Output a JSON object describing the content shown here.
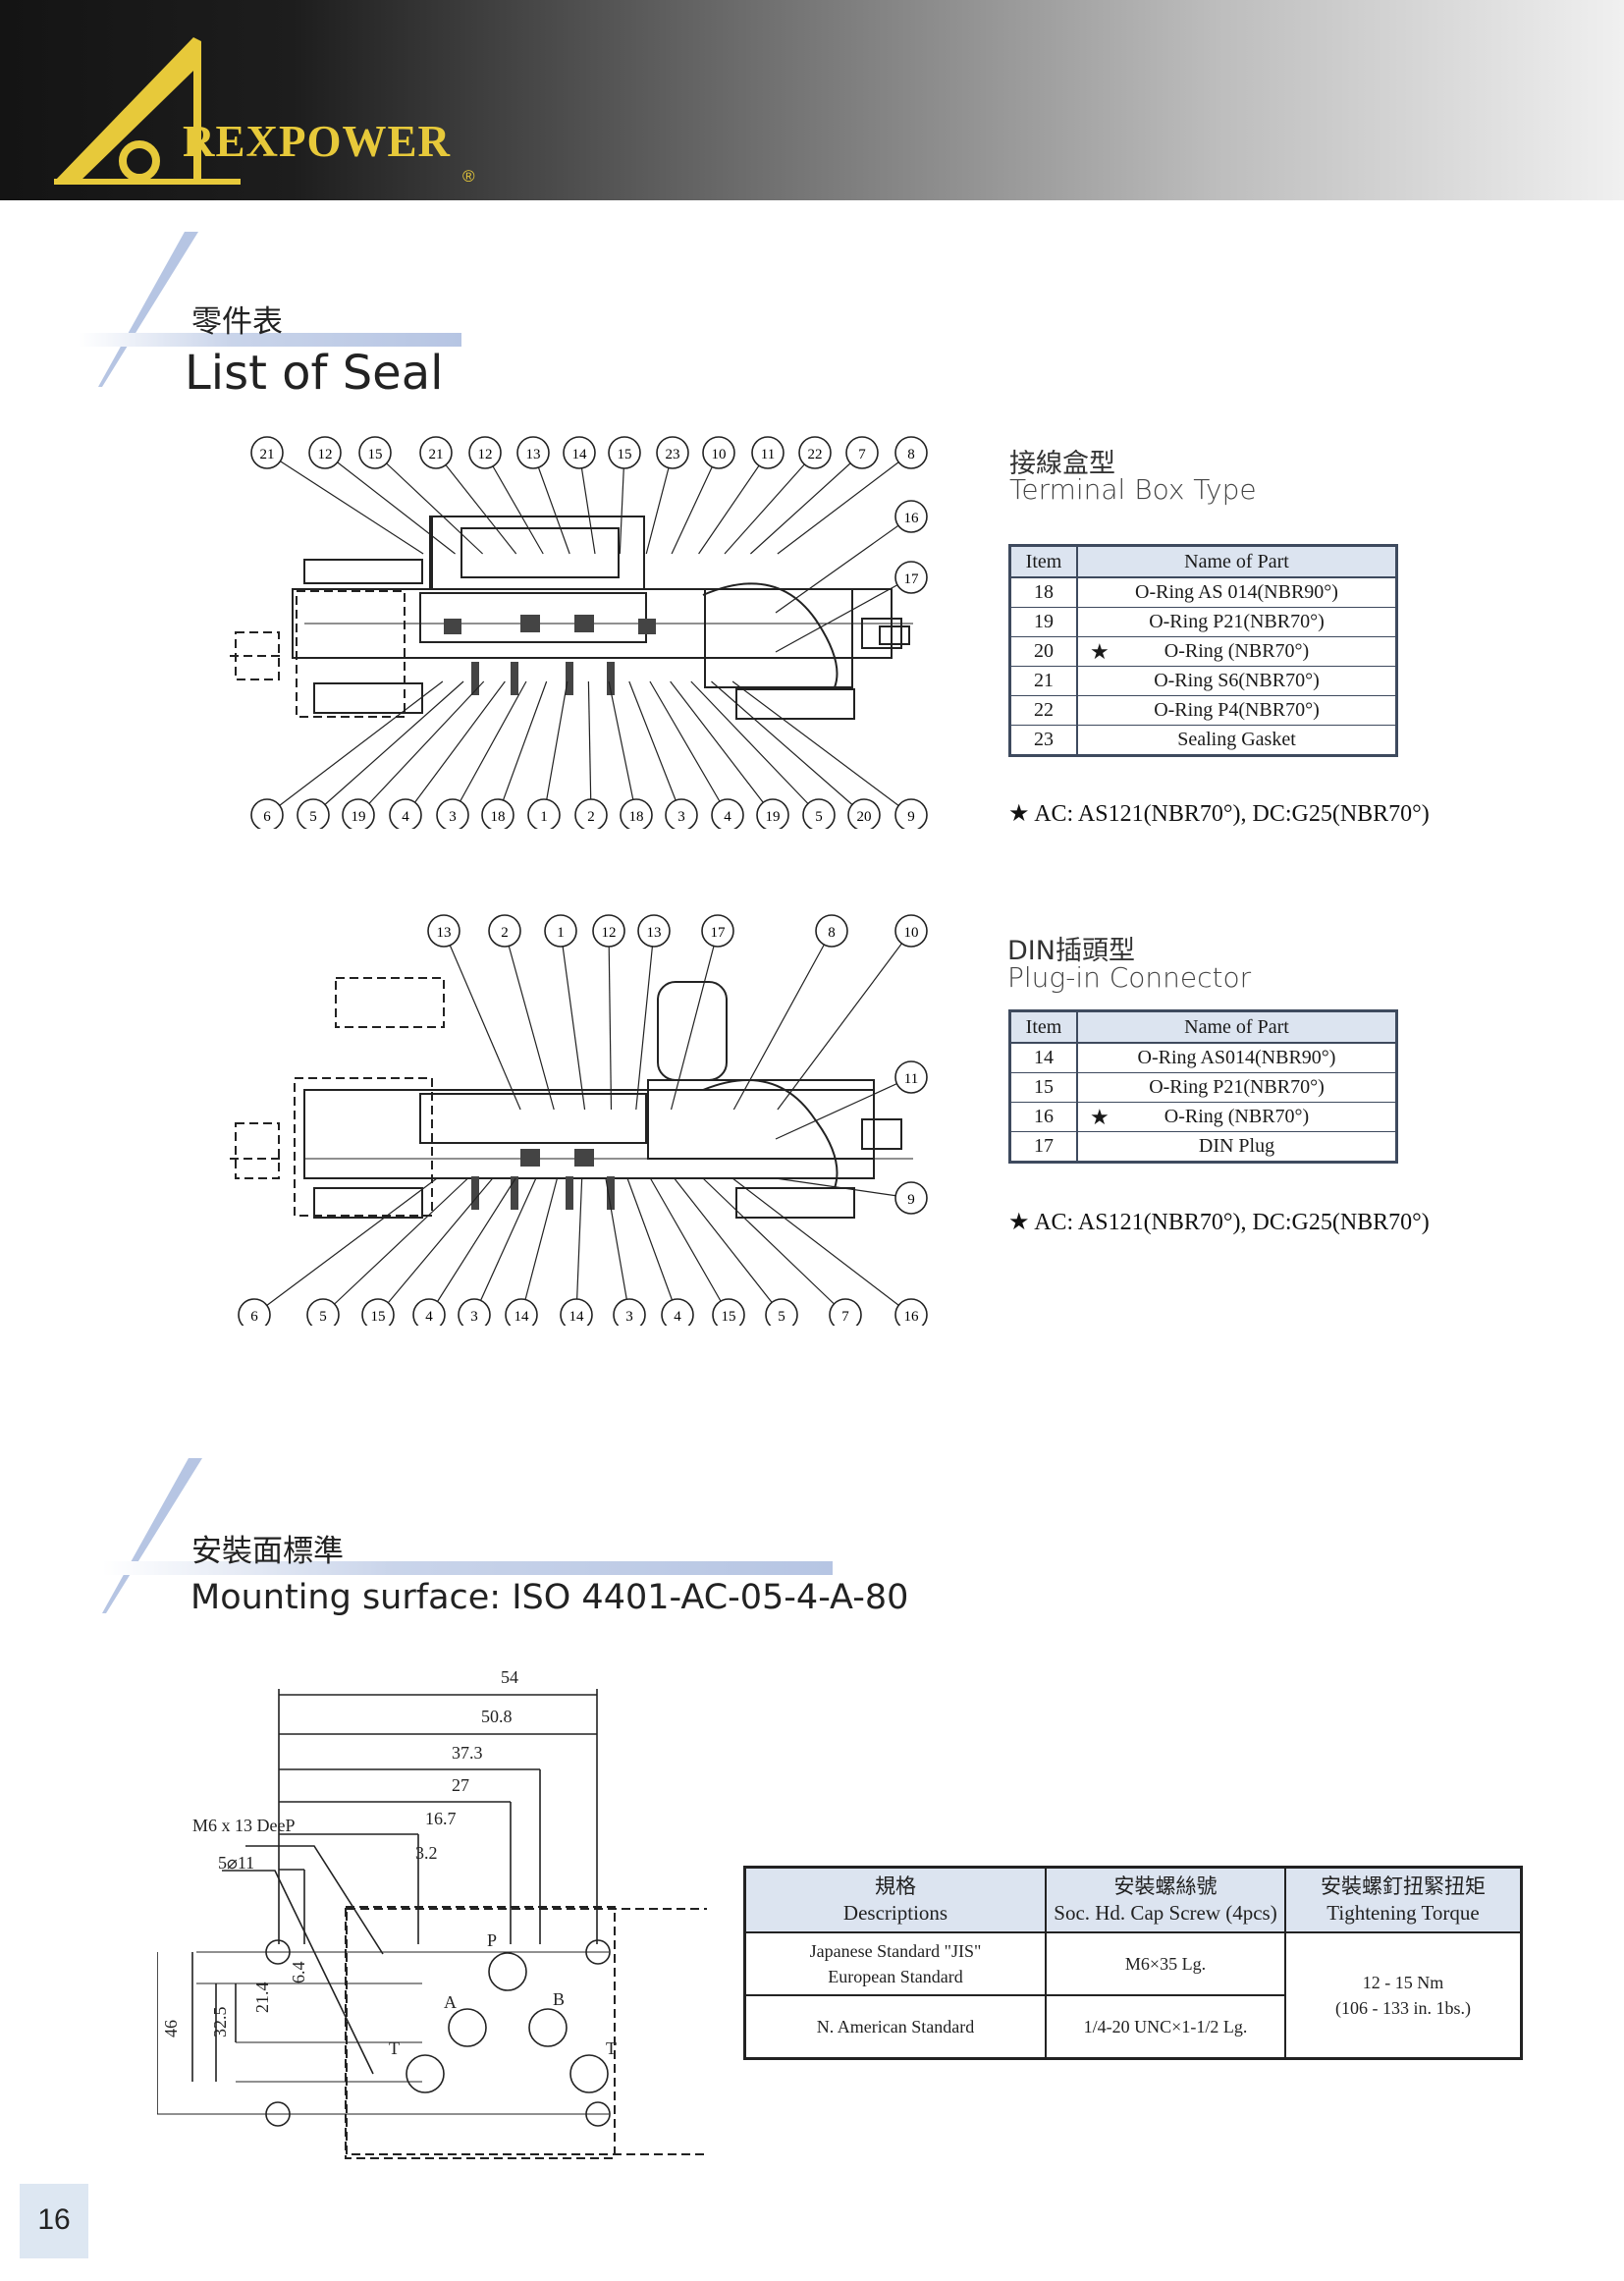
{
  "brand": {
    "name": "REXPOWER",
    "reg": "®",
    "color": "#e7c93a"
  },
  "seal_section": {
    "title_cn": "零件表",
    "title_en": "List of Seal"
  },
  "terminal_box": {
    "title_cn": "接線盒型",
    "title_en": "Terminal Box Type",
    "header": [
      "Item",
      "Name of Part"
    ],
    "rows": [
      {
        "item": "18",
        "name": "O-Ring AS 014(NBR90°)",
        "star": ""
      },
      {
        "item": "19",
        "name": "O-Ring P21(NBR70°)",
        "star": ""
      },
      {
        "item": "20",
        "name": "O-Ring (NBR70°)",
        "star": "★"
      },
      {
        "item": "21",
        "name": "O-Ring S6(NBR70°)",
        "star": ""
      },
      {
        "item": "22",
        "name": "O-Ring P4(NBR70°)",
        "star": ""
      },
      {
        "item": "23",
        "name": "Sealing Gasket",
        "star": ""
      }
    ],
    "note_star": "★",
    "note": "AC: AS121(NBR70°), DC:G25(NBR70°)",
    "balloons_top": [
      "21",
      "12",
      "15",
      "21",
      "12",
      "13",
      "14",
      "15",
      "23",
      "10",
      "11",
      "22",
      "7",
      "8"
    ],
    "balloons_right": [
      "16",
      "17"
    ],
    "balloons_bottom": [
      "6",
      "5",
      "19",
      "4",
      "3",
      "18",
      "1",
      "2",
      "18",
      "3",
      "4",
      "19",
      "5",
      "20",
      "9"
    ]
  },
  "din_plug": {
    "title_cn": "DIN插頭型",
    "title_en": "Plug-in Connector",
    "header": [
      "Item",
      "Name of Part"
    ],
    "rows": [
      {
        "item": "14",
        "name": "O-Ring AS014(NBR90°)",
        "star": ""
      },
      {
        "item": "15",
        "name": "O-Ring P21(NBR70°)",
        "star": ""
      },
      {
        "item": "16",
        "name": "O-Ring (NBR70°)",
        "star": "★"
      },
      {
        "item": "17",
        "name": "DIN Plug",
        "star": ""
      }
    ],
    "note_star": "★",
    "note": "AC: AS121(NBR70°), DC:G25(NBR70°)",
    "balloons_top": [
      "13",
      "2",
      "1",
      "12",
      "13",
      "17",
      "8",
      "10"
    ],
    "balloons_right": [
      "11",
      "9"
    ],
    "balloons_bottom": [
      "6",
      "5",
      "15",
      "4",
      "3",
      "14",
      "14",
      "3",
      "4",
      "15",
      "5",
      "7",
      "16"
    ]
  },
  "mounting": {
    "title_cn": "安裝面標準",
    "title_en": "Mounting surface: ISO 4401-AC-05-4-A-80",
    "dims_h": [
      "54",
      "50.8",
      "37.3",
      "27",
      "16.7",
      "3.2"
    ],
    "dims_v": [
      "46",
      "32.5",
      "21.4",
      "6.4"
    ],
    "callout_thread": "M6 x 13 DeeP",
    "callout_holes": "5⌀11",
    "ports": [
      "P",
      "A",
      "B",
      "T",
      "T"
    ],
    "table": {
      "headers": [
        {
          "cn": "規格",
          "en": "Descriptions"
        },
        {
          "cn": "安裝螺絲號",
          "en": "Soc. Hd. Cap Screw (4pcs)"
        },
        {
          "cn": "安裝螺釘扭緊扭矩",
          "en": "Tightening Torque"
        }
      ],
      "row1_desc_line1": "Japanese Standard \"JIS\"",
      "row1_desc_line2": "European Standard",
      "row1_screw": "M6×35 Lg.",
      "row2_desc": "N. American Standard",
      "row2_screw": "1/4-20 UNC×1-1/2 Lg.",
      "torque_line1": "12 - 15 Nm",
      "torque_line2": "(106 - 133 in. 1bs.)"
    }
  },
  "page_number": "16"
}
